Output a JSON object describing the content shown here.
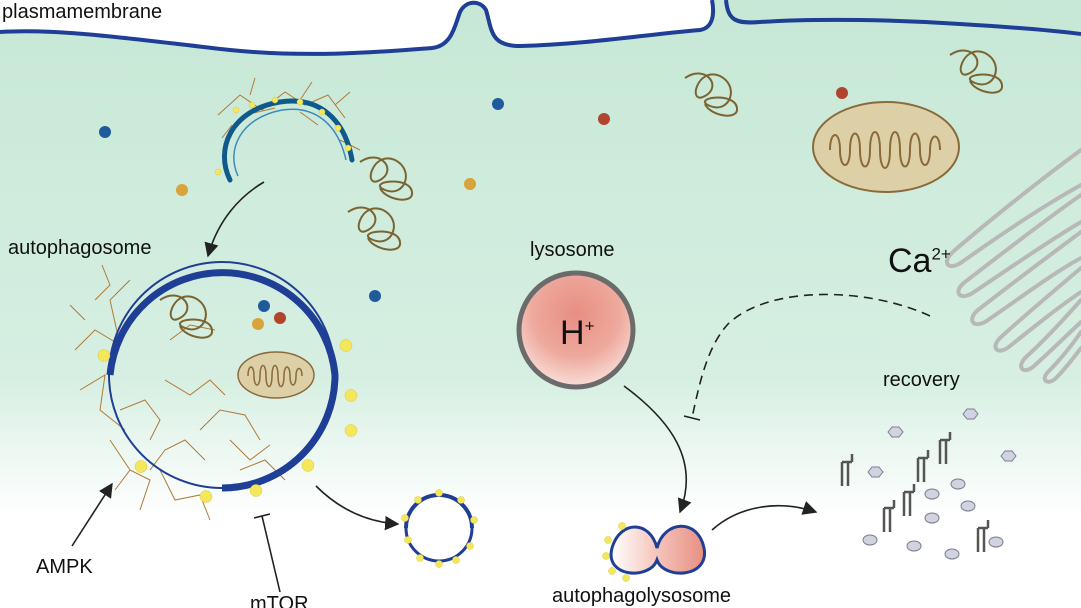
{
  "labels": {
    "plasmamembrane": "plasmamembrane",
    "autophagosome": "autophagosome",
    "lysosome": "lysosome",
    "hydrogen_symbol": "H",
    "hydrogen_charge": "+",
    "calcium_symbol": "Ca",
    "calcium_charge": "2+",
    "recovery": "recovery",
    "ampk": "AMPK",
    "mtor": "mTOR",
    "autophagolysosome": "autophagolysosome"
  },
  "colors": {
    "cytoplasm": "#c7e8d6",
    "membrane": "#1f3e96",
    "phagophore": "#0f5a8a",
    "lysosome_fill": "#e8958a",
    "lysosome_rim": "#6b6b6b",
    "mitochondrion_fill": "#ddd0a6",
    "mitochondrion_line": "#8a6a3a",
    "protein_aggregate": "#7a6432",
    "receptor": "#f4e75c",
    "lipid_network": "#b07a3a",
    "er": "#b8b8b8",
    "amino_acid": "#d2d3e0",
    "dot_blue": "#1f5a9a",
    "dot_orange": "#d9a23a",
    "dot_red": "#b0442d",
    "arrow": "#222222"
  },
  "icons": [
    "phagophore-icon",
    "autophagosome-icon",
    "lysosome-icon",
    "mitochondrion-icon",
    "protein-aggregate-icon",
    "endoplasmic-reticulum-icon",
    "autophagolysosome-icon",
    "vesicle-icon",
    "amino-acid-icon",
    "inhibition-arrow-icon"
  ]
}
